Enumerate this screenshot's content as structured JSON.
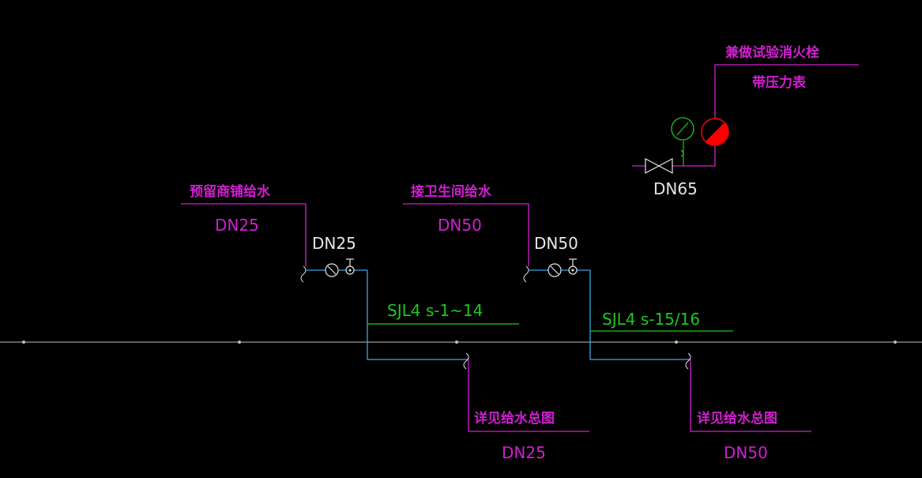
{
  "colors": {
    "background": "#000000",
    "magenta": "#d21ed2",
    "cyan": "#3aa6e8",
    "green": "#1ec81e",
    "white": "#e6e6e6",
    "red": "#ff0000",
    "grey": "#bfbfbf"
  },
  "labels": {
    "reserve_shop_water": "预留商铺给水",
    "reserve_shop_dn": "DN25",
    "toilet_water": "接卫生间给水",
    "toilet_dn": "DN50",
    "branch_dn_1": "DN25",
    "branch_dn_2": "DN50",
    "riser_1": "SJL4 s-1~14",
    "riser_2": "SJL4 s-15/16",
    "see_main_1": "详见给水总图",
    "see_main_dn_1": "DN25",
    "see_main_2": "详见给水总图",
    "see_main_dn_2": "DN50",
    "test_hydrant": "兼做试验消火栓",
    "with_gauge": "带压力表",
    "valve_dn": "DN65"
  },
  "icons": {
    "meter": "water-meter-icon",
    "valve": "gate-valve-icon",
    "butterfly_valve": "butterfly-valve-icon",
    "pressure_gauge": "pressure-gauge-icon",
    "hydrant": "fire-hydrant-icon"
  }
}
